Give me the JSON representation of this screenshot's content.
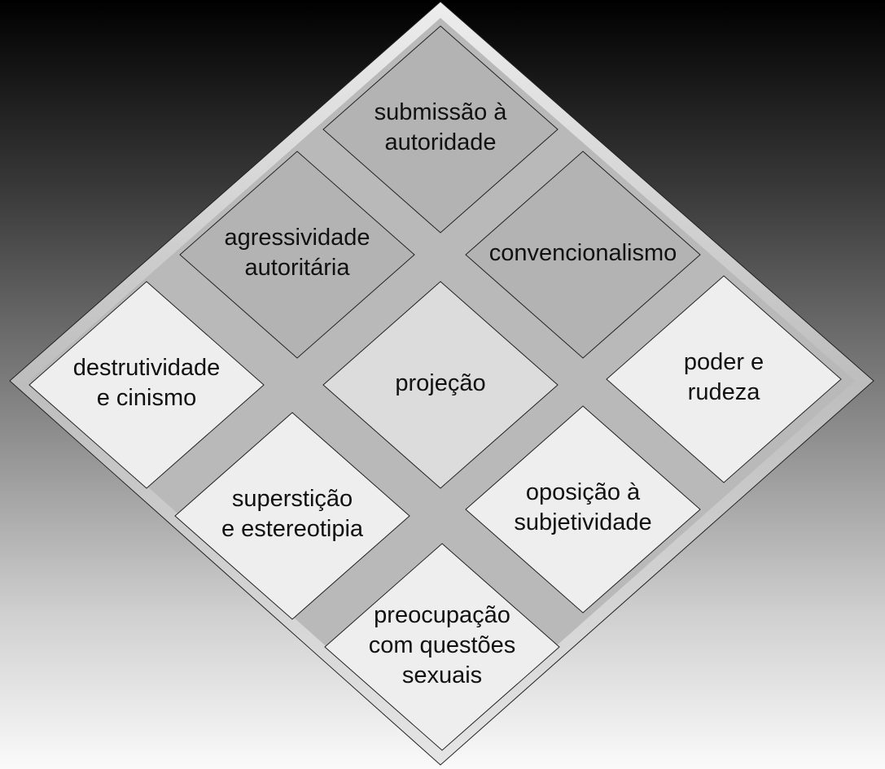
{
  "title": "Autoritarismo - diagrama",
  "items": [
    {
      "id": "submissao",
      "lines": [
        "submissão à",
        "autoridade"
      ],
      "fill": "#b3b3b3"
    },
    {
      "id": "agressividade",
      "lines": [
        "agressividade",
        "autoritária"
      ],
      "fill": "#b3b3b3"
    },
    {
      "id": "convencionalismo",
      "lines": [
        "convencionalismo"
      ],
      "fill": "#b3b3b3"
    },
    {
      "id": "destrutividade",
      "lines": [
        "destrutividade",
        "e cinismo"
      ],
      "fill": "#eeeeee"
    },
    {
      "id": "projecao",
      "lines": [
        "projeção"
      ],
      "fill": "#dcdcdc"
    },
    {
      "id": "poder",
      "lines": [
        "poder e",
        "rudeza"
      ],
      "fill": "#eeeeee"
    },
    {
      "id": "supersticao",
      "lines": [
        "superstição",
        "e estereotipia"
      ],
      "fill": "#eeeeee"
    },
    {
      "id": "oposicao",
      "lines": [
        "oposição à",
        "subjetividade"
      ],
      "fill": "#eeeeee"
    },
    {
      "id": "preocupacao",
      "lines": [
        "preocupação",
        "com questões",
        "sexuais"
      ],
      "fill": "#eeeeee"
    }
  ]
}
